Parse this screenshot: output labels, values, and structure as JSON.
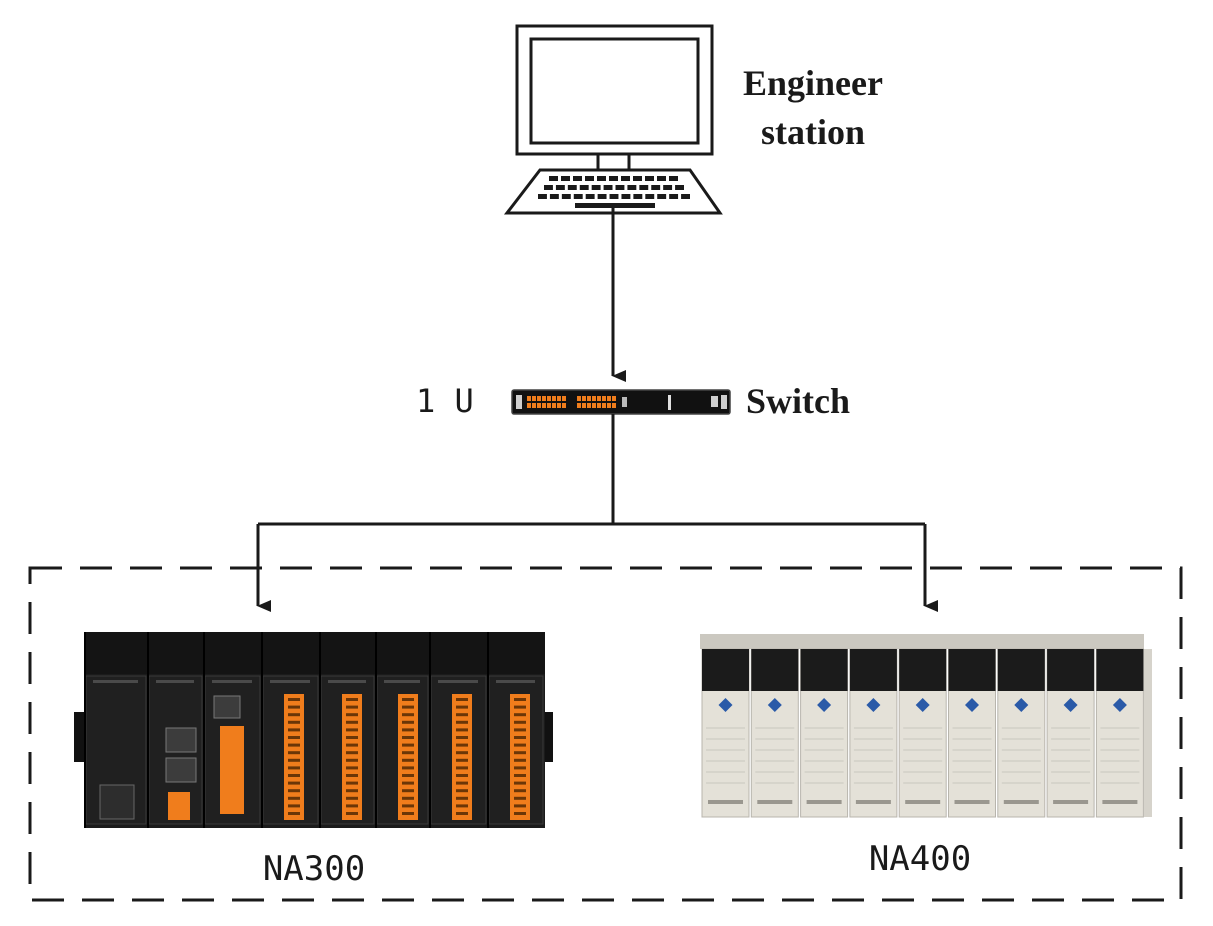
{
  "engineer_station": {
    "label_line1": "Engineer",
    "label_line2": "station",
    "icon": "laptop-icon"
  },
  "switch": {
    "rack_label": "1 U",
    "label": "Switch",
    "icon": "network-switch-icon"
  },
  "controllers": [
    {
      "label": "NA300",
      "icon": "plc-rack-icon"
    },
    {
      "label": "NA400",
      "icon": "io-module-rack-icon"
    }
  ],
  "colors": {
    "line": "#1a1a1a",
    "orange_terminal": "#f07d1c",
    "module_beige": "#e4e1d8",
    "module_dark": "#1b1b1b",
    "logo_blue": "#2a5aa8"
  }
}
